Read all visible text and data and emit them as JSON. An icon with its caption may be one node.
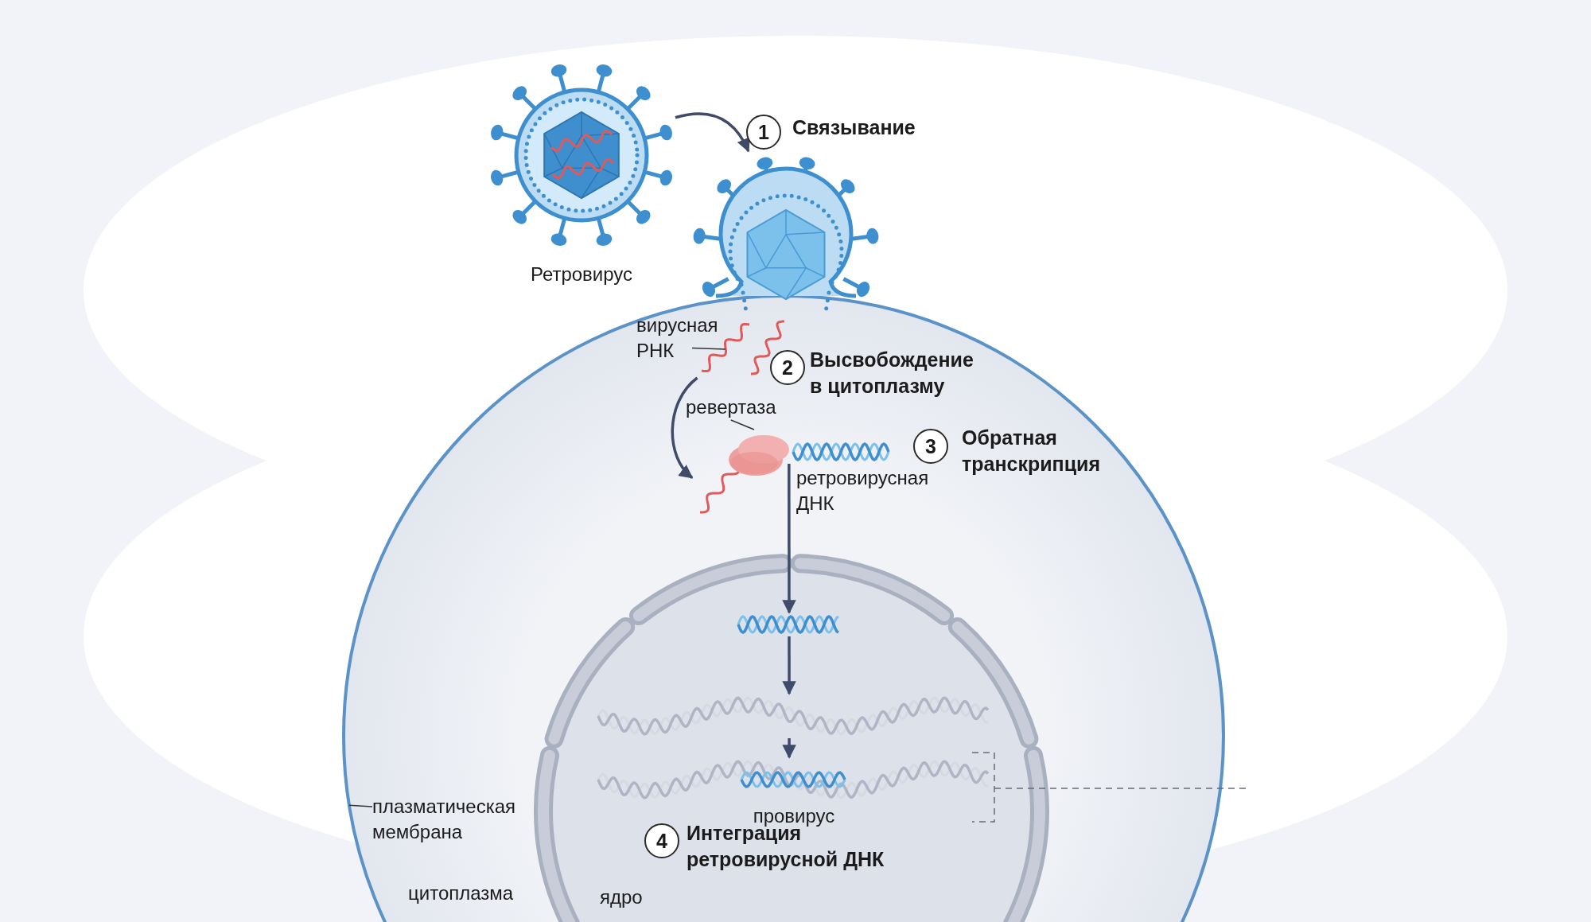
{
  "diagram": {
    "nodes": [
      {
        "text": [],
        "shape": "picture",
        "beside": [
          "Ретровирус"
        ]
      },
      {
        "text": [
          "1"
        ],
        "beside": [
          "Связывание"
        ]
      },
      {
        "text": [],
        "shape": "picture"
      },
      {
        "text": [
          "цитоплазма"
        ]
      },
      {
        "text": [
          "вирусная РНК"
        ],
        "in": 3
      },
      {
        "text": [],
        "shape": "picture",
        "in": 3
      },
      {
        "text": [
          "2"
        ],
        "beside": [
          "Высвобождение в цитоплазму"
        ],
        "in": 3
      },
      {
        "text": [
          "ревертаза"
        ],
        "in": 3
      },
      {
        "text": [],
        "shape": "picture",
        "in": 3
      },
      {
        "text": [
          "3"
        ],
        "beside": [
          "Обратная транскрипция"
        ],
        "in": 3
      },
      {
        "text": [],
        "shape": "picture",
        "beside": [
          "ретровирусная ДНК"
        ],
        "in": 3
      },
      {
        "text": [
          "ядро"
        ],
        "in": 3
      },
      {
        "text": [],
        "shape": "picture",
        "in": 11
      },
      {
        "text": [],
        "shape": "picture",
        "in": 11
      },
      {
        "text": [],
        "shape": "picture",
        "beside": [
          "провирус"
        ],
        "in": 11
      },
      {
        "text": [
          "4"
        ],
        "beside": [
          "Интеграция ретровирусной ДНК"
        ],
        "in": 11
      },
      {
        "text": [
          "плазматическая мембрана"
        ],
        "in": 3
      }
    ],
    "edges": [
      {
        "from": 0,
        "to": 2,
        "arrow": "to"
      },
      {
        "from": 4,
        "to": 5,
        "arrow": "none"
      },
      {
        "from": 5,
        "to": 8,
        "arrow": "to"
      },
      {
        "from": 7,
        "to": 8,
        "arrow": "none"
      },
      {
        "from": 10,
        "to": 12,
        "arrow": "to"
      },
      {
        "from": 12,
        "to": 13,
        "arrow": "to"
      },
      {
        "from": 13,
        "to": 14,
        "arrow": "to"
      },
      {
        "from": 16,
        "to": 3,
        "arrow": "none"
      }
    ]
  }
}
